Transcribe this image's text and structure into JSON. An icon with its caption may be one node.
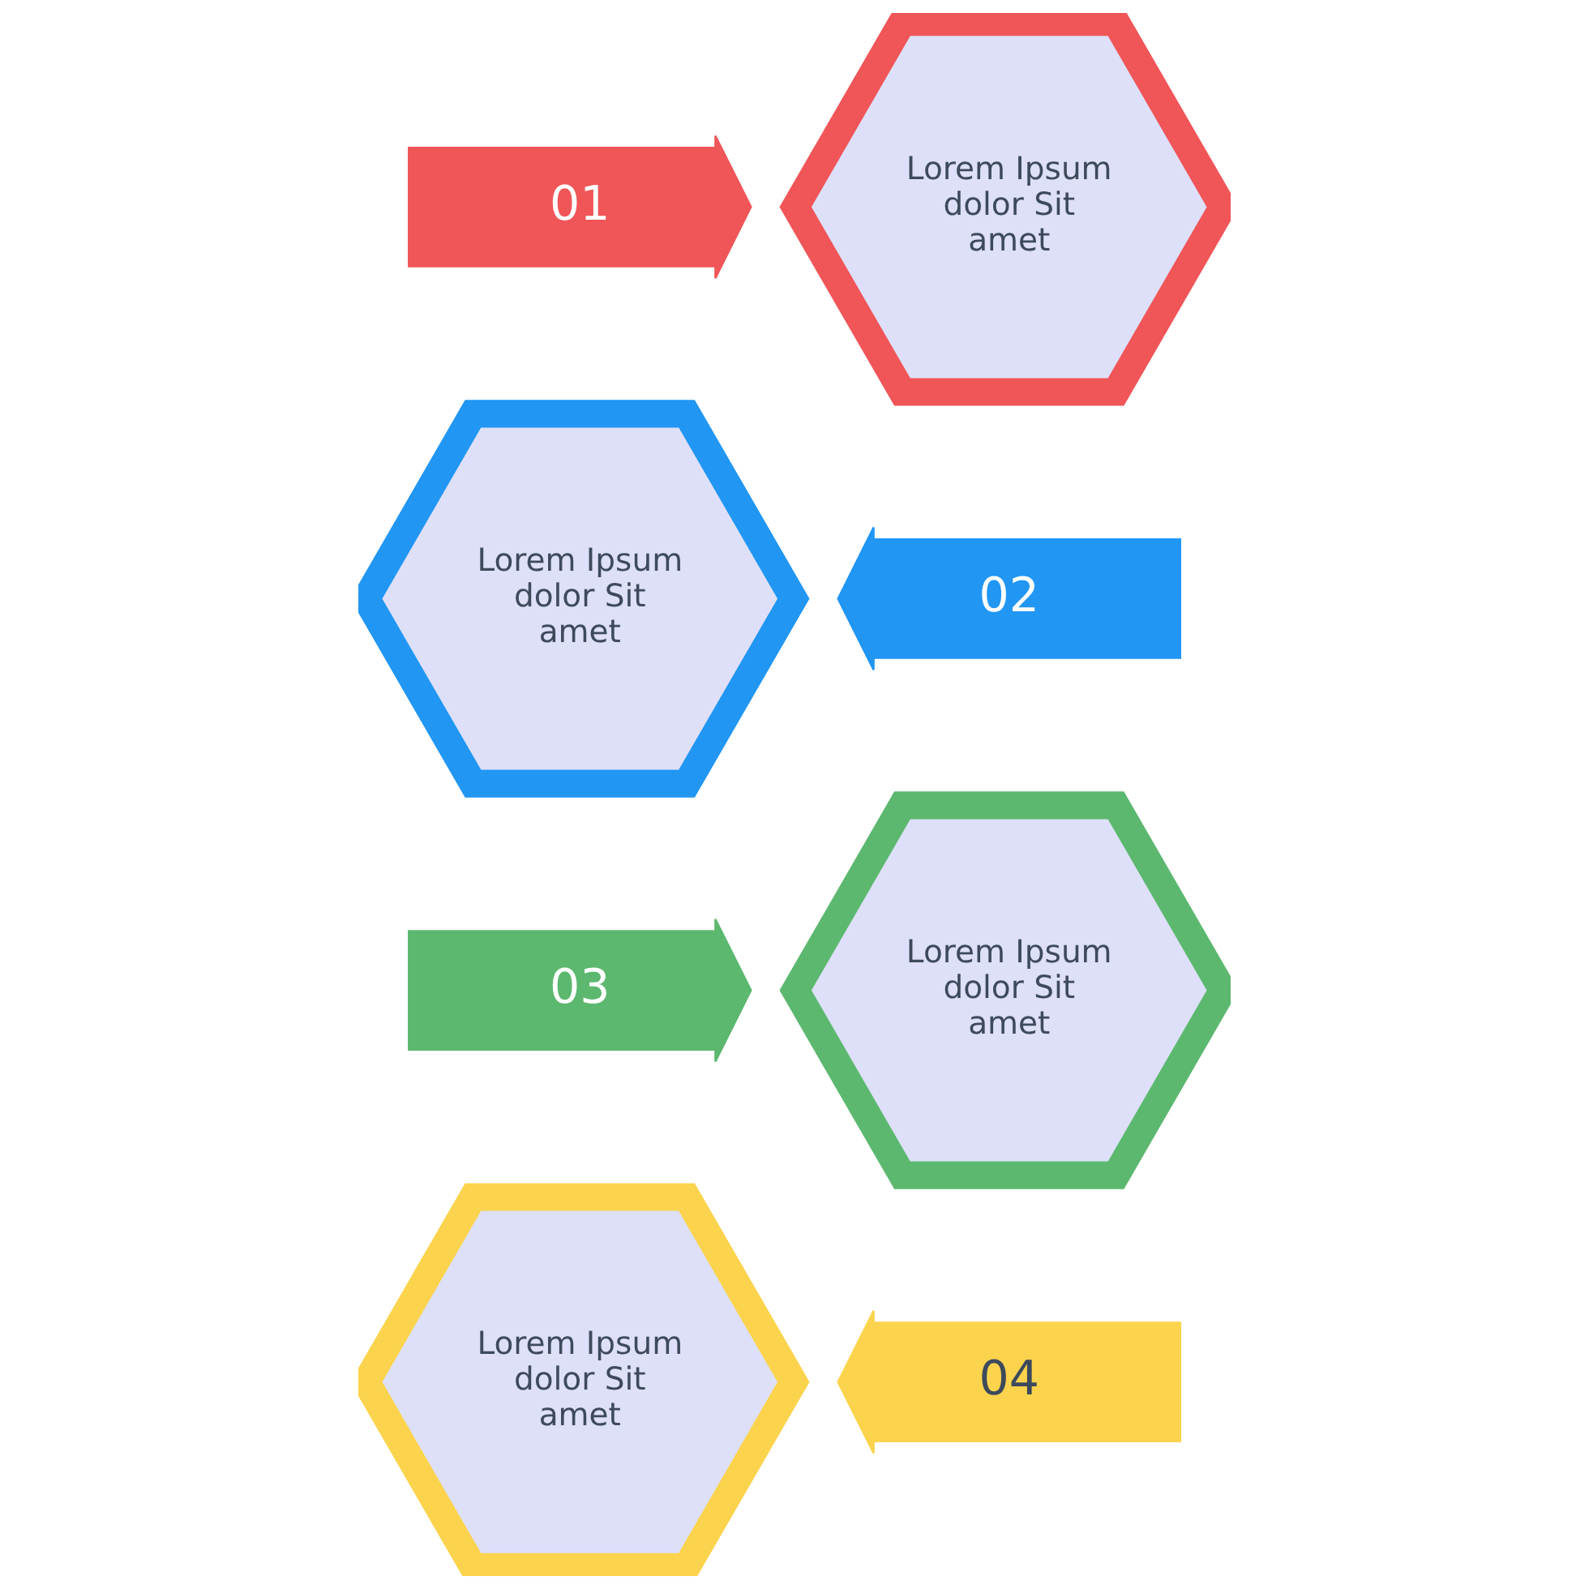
{
  "diagram": {
    "nodes": [
      {
        "text": [
          "01"
        ]
      },
      {
        "text": [
          "Lorem Ipsum dolor Sit amet"
        ]
      },
      {
        "text": [
          "Lorem Ipsum dolor Sit amet"
        ]
      },
      {
        "text": [
          "02"
        ]
      },
      {
        "text": [
          "03"
        ]
      },
      {
        "text": [
          "Lorem Ipsum dolor Sit amet"
        ]
      },
      {
        "text": [
          "Lorem Ipsum dolor Sit amet"
        ]
      },
      {
        "text": [
          "04"
        ]
      }
    ]
  }
}
